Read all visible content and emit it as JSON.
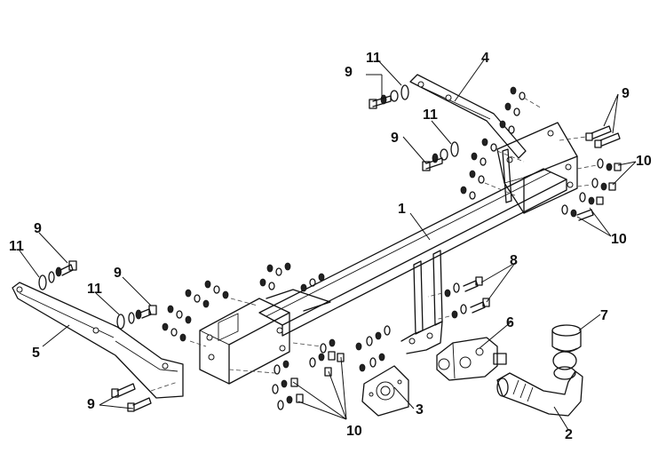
{
  "labels": {
    "main_beam": "1",
    "tow_ball": "2",
    "socket_plate": "3",
    "right_bracket": "4",
    "left_bracket": "5",
    "electrical_socket": "6",
    "ball_cover": "7",
    "bolt_set": "8",
    "bolt": "9",
    "nut_washer_set": "10",
    "washer": "11"
  }
}
